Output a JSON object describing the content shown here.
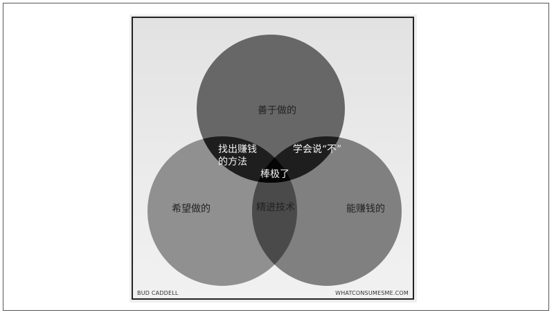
{
  "diagram": {
    "type": "venn",
    "circles": [
      {
        "id": "top",
        "label": "善于做的",
        "color": "#676767"
      },
      {
        "id": "left",
        "label": "希望做的",
        "color": "#909090"
      },
      {
        "id": "right",
        "label": "能赚钱的",
        "color": "#808080"
      }
    ],
    "intersections": {
      "top_left": "找出赚钱\n的方法",
      "top_left_line1": "找出赚钱",
      "top_left_line2": "的方法",
      "top_right": "学会说“不”",
      "left_right": "精进技术",
      "all": "棒极了"
    },
    "colors": {
      "top_left": "#1e1e1e",
      "top_right": "#1e1e1e",
      "left_right": "#4a4a4a",
      "all": "#050505",
      "background": "#e8e8e8"
    }
  },
  "credits": {
    "left": "BUD CADDELL",
    "right": "WHATCONSUMESME.COM"
  }
}
